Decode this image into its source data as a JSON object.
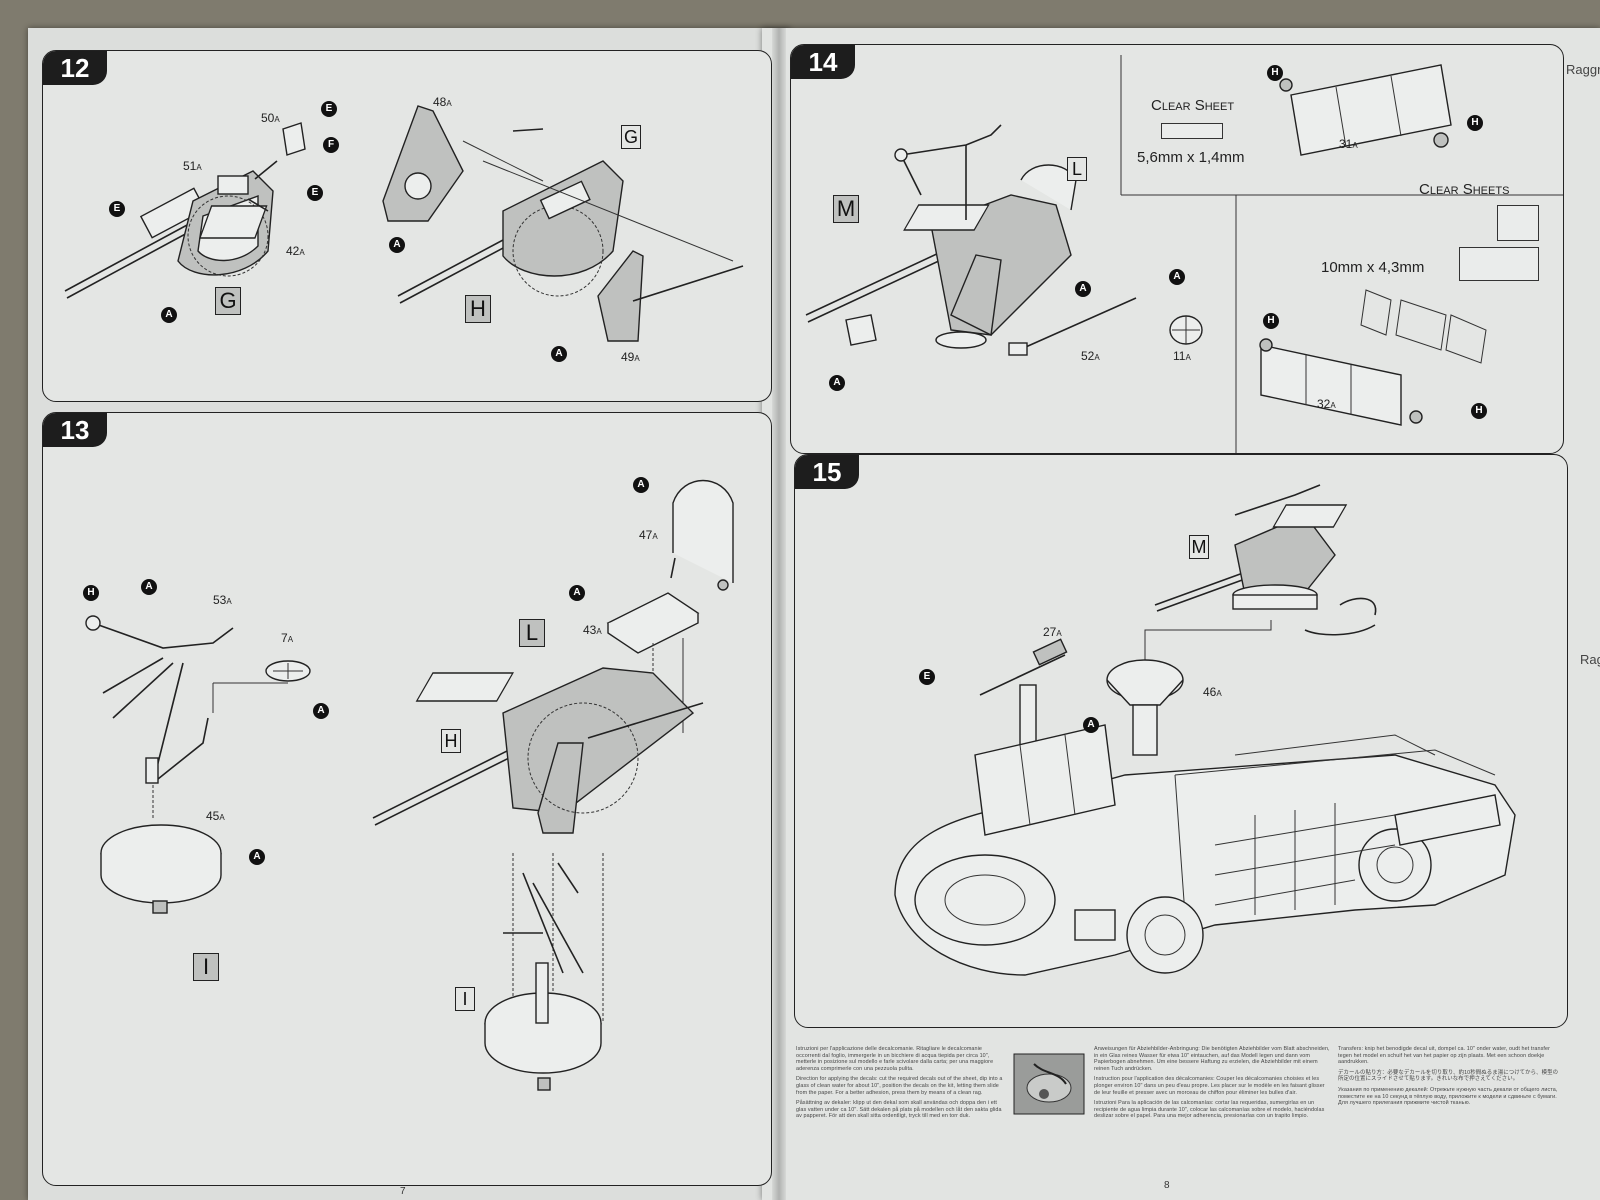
{
  "steps": {
    "s12": {
      "number": "12",
      "labels": {
        "p50": "50",
        "p51": "51",
        "p42": "42",
        "p48": "48",
        "p49": "49",
        "suffix": "A"
      },
      "assemblies": {
        "g_left": "G",
        "g_right": "G",
        "h": "H"
      },
      "sprues": {
        "e": "E",
        "f": "F",
        "a": "A"
      }
    },
    "s13": {
      "number": "13",
      "labels": {
        "p53": "53",
        "p7": "7",
        "p45": "45",
        "p47": "47",
        "p43": "43",
        "suffix": "A"
      },
      "assemblies": {
        "l": "L",
        "h": "H",
        "i_left": "I",
        "i_right": "I"
      },
      "sprues": {
        "h": "H",
        "a": "A"
      }
    },
    "s14": {
      "number": "14",
      "labels": {
        "p52": "52",
        "p11": "11",
        "p31": "31",
        "p32": "32",
        "suffix": "A"
      },
      "assemblies": {
        "m": "M",
        "l": "L"
      },
      "sprues": {
        "a": "A",
        "h": "H"
      },
      "clear_sheet": {
        "title": "Clear Sheet",
        "size": "5,6mm x 1,4mm"
      },
      "clear_sheets": {
        "title": "Clear Sheets",
        "size": "10mm x 4,3mm"
      }
    },
    "s15": {
      "number": "15",
      "labels": {
        "p27": "27",
        "p46": "46",
        "suffix": "A"
      },
      "assemblies": {
        "m": "M"
      },
      "sprues": {
        "e": "E",
        "a": "A"
      }
    }
  },
  "decal_instructions": {
    "it": "Istruzioni per l'applicazione delle decalcomanie. Ritagliare le decalcomanie occorrenti dal foglio, immergerle in un bicchiere di acqua tiepida per circa 10\", metterle in posizione sul modello e farle scivolare dalla carta; per una maggiore aderenza comprimerle con una pezzuola pulita.",
    "en": "Direction for applying the decals: cut the required decals out of the sheet, dip into a glass of clean water for about 10\", position the decals on the kit, letting them slide from the paper. For a better adhesion, press them by means of a clean rag.",
    "sv": "Påsättning av dekaler: klipp ut den dekal som skall användas och doppa den i ett glas vatten under ca 10\". Sätt dekalen på plats på modellen och låt den sakta glida av papperet. För att den skall sitta ordentligt, tryck till med en torr duk.",
    "de": "Anweisungen für Abziehbilder-Anbringung: Die benötigten Abziehbilder vom Blatt abschneiden, in ein Glas reines Wasser für etwa 10\" eintauchen, auf das Modell legen und dann vom Papierbogen abnehmen. Um eine bessere Haftung zu erzielen, die Abziehbilder mit einem reinen Tuch andrücken.",
    "fr": "Instruction pour l'application des décalcomanies: Couper les décalcomanies choisies et les plonger environ 10\" dans un peu d'eau propre. Les placer sur le modèle en les faisant glisser de leur feuille et presser avec un morceau de chiffon pour éliminer les bulles d'air.",
    "es": "Istruzioni Para la aplicación de las calcomanías: cortar las requeridas, sumergirlas en un recipiente de agua limpia durante 10\", colocar las calcomanías sobre el modelo, haciéndolas deslizar sobre el papel. Para una mejor adherencia, presionarlas con un trapito limpio.",
    "nl": "Transfers: knip het benodigde decal uit, dompel ca. 10\" onder water, oudt het transfer tegen het model en schuif het van het papier op zijn plaats. Met een schoon doekje aandrukken.",
    "jp": "デカールの貼り方：必要なデカールを切り取り、約10秒間ぬるま湯につけてから、模型の所定の位置にスライドさせて貼ります。きれいな布で押さえてください。",
    "ru": "Указания по применению декалей: Отрежьте нужную часть декали от общего листа, поместите ее на 10 секунд в тёплую воду, приложите к модели и сдвиньте с бумаги. Для лучшего прилегания прижмите чистой тканью."
  },
  "page_numbers": {
    "left": "7",
    "right": "8"
  },
  "edge_text": {
    "top": "Raggru",
    "mid": "Rag"
  }
}
